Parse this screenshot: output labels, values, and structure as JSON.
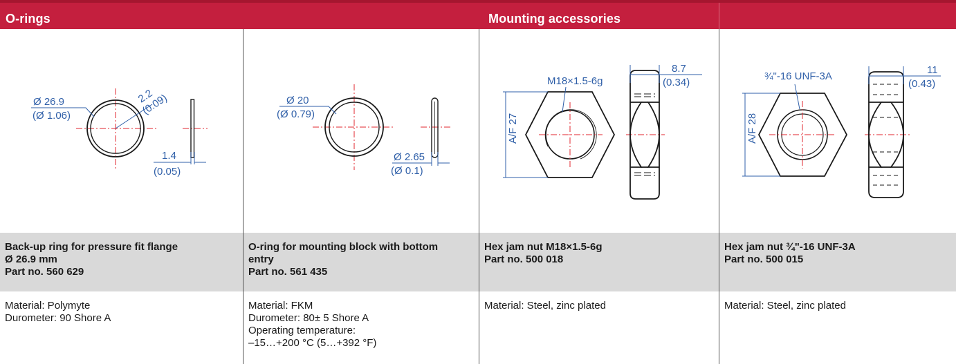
{
  "header": {
    "left_title": "O-rings",
    "right_title": "Mounting accessories"
  },
  "colors": {
    "header": "#c41f3e",
    "band": "#d9d9d9",
    "dimension": "#2f5fa8",
    "center_line": "#e0262d"
  },
  "products": [
    {
      "name_lines": [
        "Back-up ring for pressure fit flange",
        "Ø 26.9 mm"
      ],
      "part": "Part no. 560 629",
      "specs": [
        "Material: Polymyte",
        "Durometer: 90 Shore A"
      ],
      "dims": {
        "dia": "Ø 26.9",
        "dia_in": "(Ø 1.06)",
        "radial": "2.2",
        "radial_in": "(0.09)",
        "thick": "1.4",
        "thick_in": "(0.05)"
      }
    },
    {
      "name_lines": [
        "O-ring for mounting block with bottom",
        "entry"
      ],
      "part": "Part no. 561 435",
      "specs": [
        "Material: FKM",
        "Durometer: 80± 5 Shore A",
        "Operating temperature:",
        "–15…+200 °C (5…+392 °F)"
      ],
      "dims": {
        "dia": "Ø 20",
        "dia_in": "(Ø 0.79)",
        "cross": "Ø 2.65",
        "cross_in": "(Ø 0.1)"
      }
    },
    {
      "name_lines": [
        "Hex jam nut M18×1.5-6g"
      ],
      "part": "Part no. 500 018",
      "specs": [
        "Material: Steel, zinc plated"
      ],
      "dims": {
        "thread": "M18×1.5-6g",
        "af": "A/F 27",
        "thick": "8.7",
        "thick_in": "(0.34)"
      }
    },
    {
      "name_lines": [
        "Hex jam nut ¾\"-16 UNF-3A"
      ],
      "part": "Part no. 500 015",
      "specs": [
        "Material: Steel, zinc plated"
      ],
      "dims": {
        "thread": "¾\"-16 UNF-3A",
        "af": "A/F 28",
        "thick": "11",
        "thick_in": "(0.43)"
      }
    }
  ]
}
